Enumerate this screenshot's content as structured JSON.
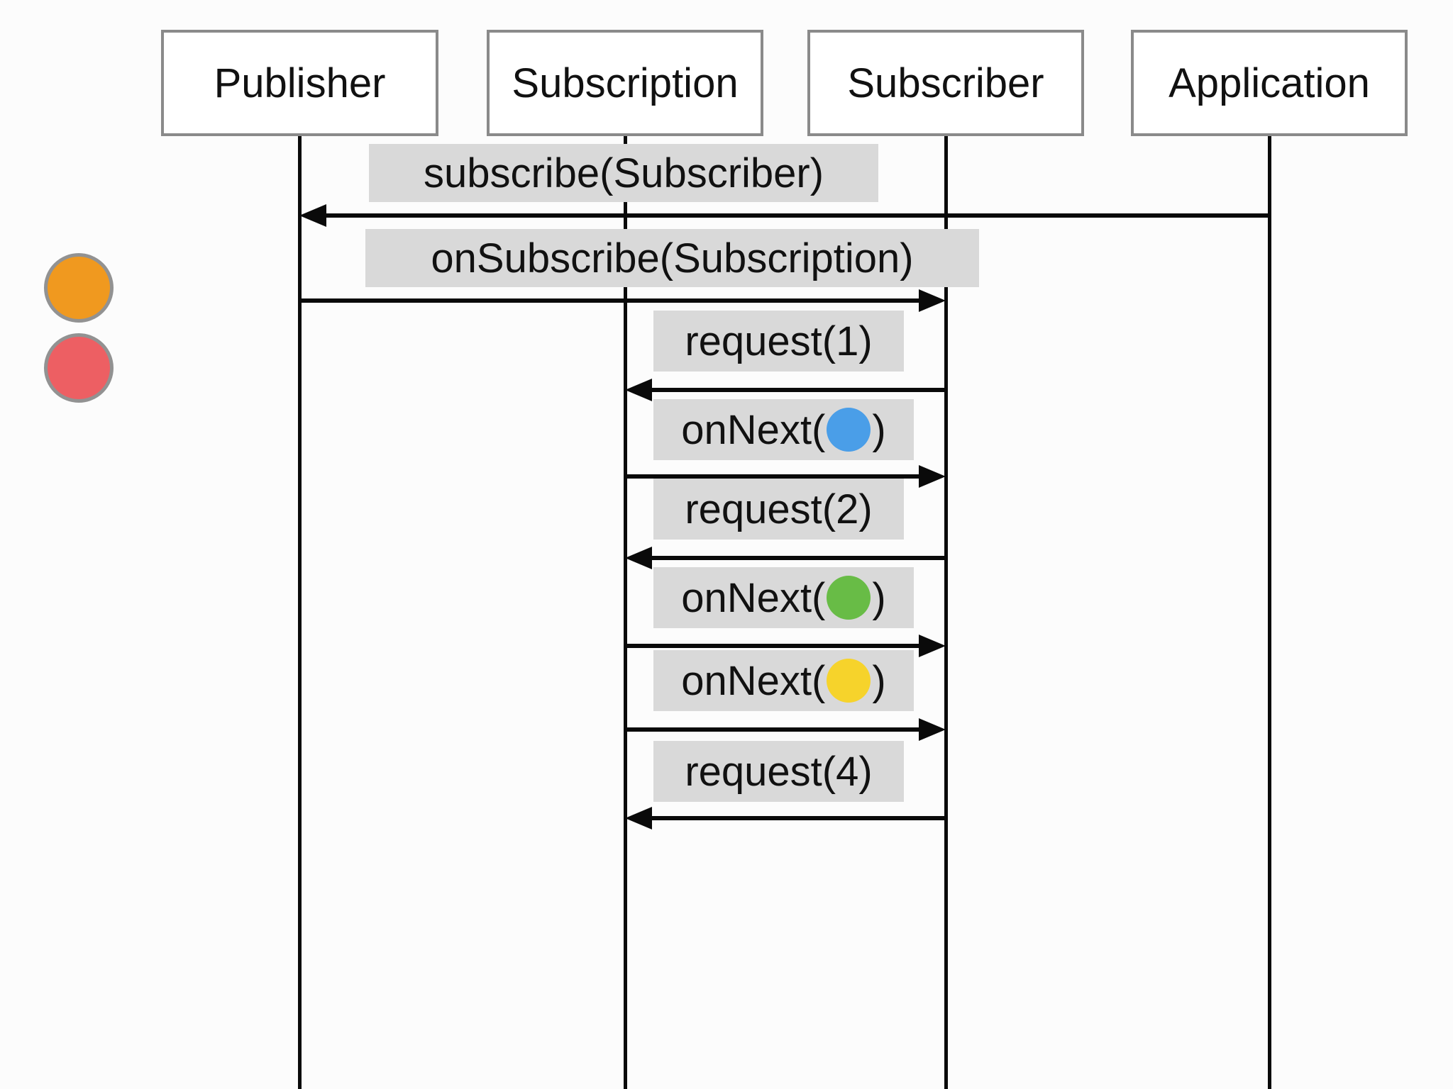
{
  "participants": [
    {
      "label": "Publisher"
    },
    {
      "label": "Subscription"
    },
    {
      "label": "Subscriber"
    },
    {
      "label": "Application"
    }
  ],
  "messages": [
    {
      "label": "subscribe(Subscriber)",
      "from": "Application",
      "to": "Publisher",
      "direction": "left"
    },
    {
      "label": "onSubscribe(Subscription)",
      "from": "Publisher",
      "to": "Subscriber",
      "direction": "right"
    },
    {
      "label": "request(1)",
      "from": "Subscriber",
      "to": "Subscription",
      "direction": "left"
    },
    {
      "label_pre": "onNext(",
      "label_post": ")",
      "item": "blue-ball",
      "item_color": "#4a9ee8",
      "from": "Subscription",
      "to": "Subscriber",
      "direction": "right"
    },
    {
      "label": "request(2)",
      "from": "Subscriber",
      "to": "Subscription",
      "direction": "left"
    },
    {
      "label_pre": "onNext(",
      "label_post": ")",
      "item": "green-ball",
      "item_color": "#68bc46",
      "from": "Subscription",
      "to": "Subscriber",
      "direction": "right"
    },
    {
      "label_pre": "onNext(",
      "label_post": ")",
      "item": "yellow-ball",
      "item_color": "#f6d32b",
      "from": "Subscription",
      "to": "Subscriber",
      "direction": "right"
    },
    {
      "label": "request(4)",
      "from": "Subscriber",
      "to": "Subscription",
      "direction": "left"
    }
  ],
  "side_markers": [
    {
      "name": "orange-item",
      "color": "#f0991f"
    },
    {
      "name": "red-item",
      "color": "#ed5f63"
    }
  ],
  "colors": {
    "label_bg": "#d9d9d9",
    "box_border": "#8a8a8a",
    "line": "#0a0a0a",
    "marker_border": "#929292"
  }
}
